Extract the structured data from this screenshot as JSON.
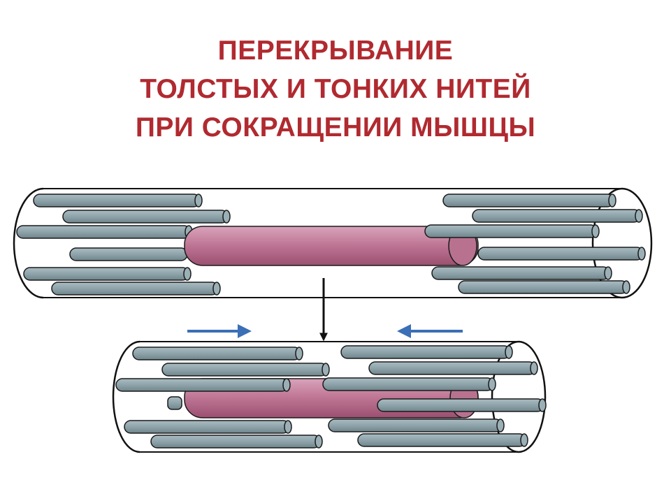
{
  "slide": {
    "title_lines": [
      "ПЕРЕКРЫВАНИЕ",
      "ТОЛСТЫХ  И  ТОНКИХ  НИТЕЙ",
      "ПРИ  СОКРАЩЕНИИ  МЫШЦЫ"
    ]
  },
  "colors": {
    "title": "#b02a30",
    "thin_filament": "#8da3aa",
    "thin_filament_outline": "#1a1a1a",
    "thick_filament": "#b86a8a",
    "thick_filament_highlight": "#d9a3bb",
    "tube_outline": "#111111",
    "motion_arrow": "#3b6fb6",
    "transition_arrow": "#111111"
  },
  "icons": {
    "transition": "arrow-down-icon",
    "slide_right": "arrow-right-icon",
    "slide_left": "arrow-left-icon"
  }
}
